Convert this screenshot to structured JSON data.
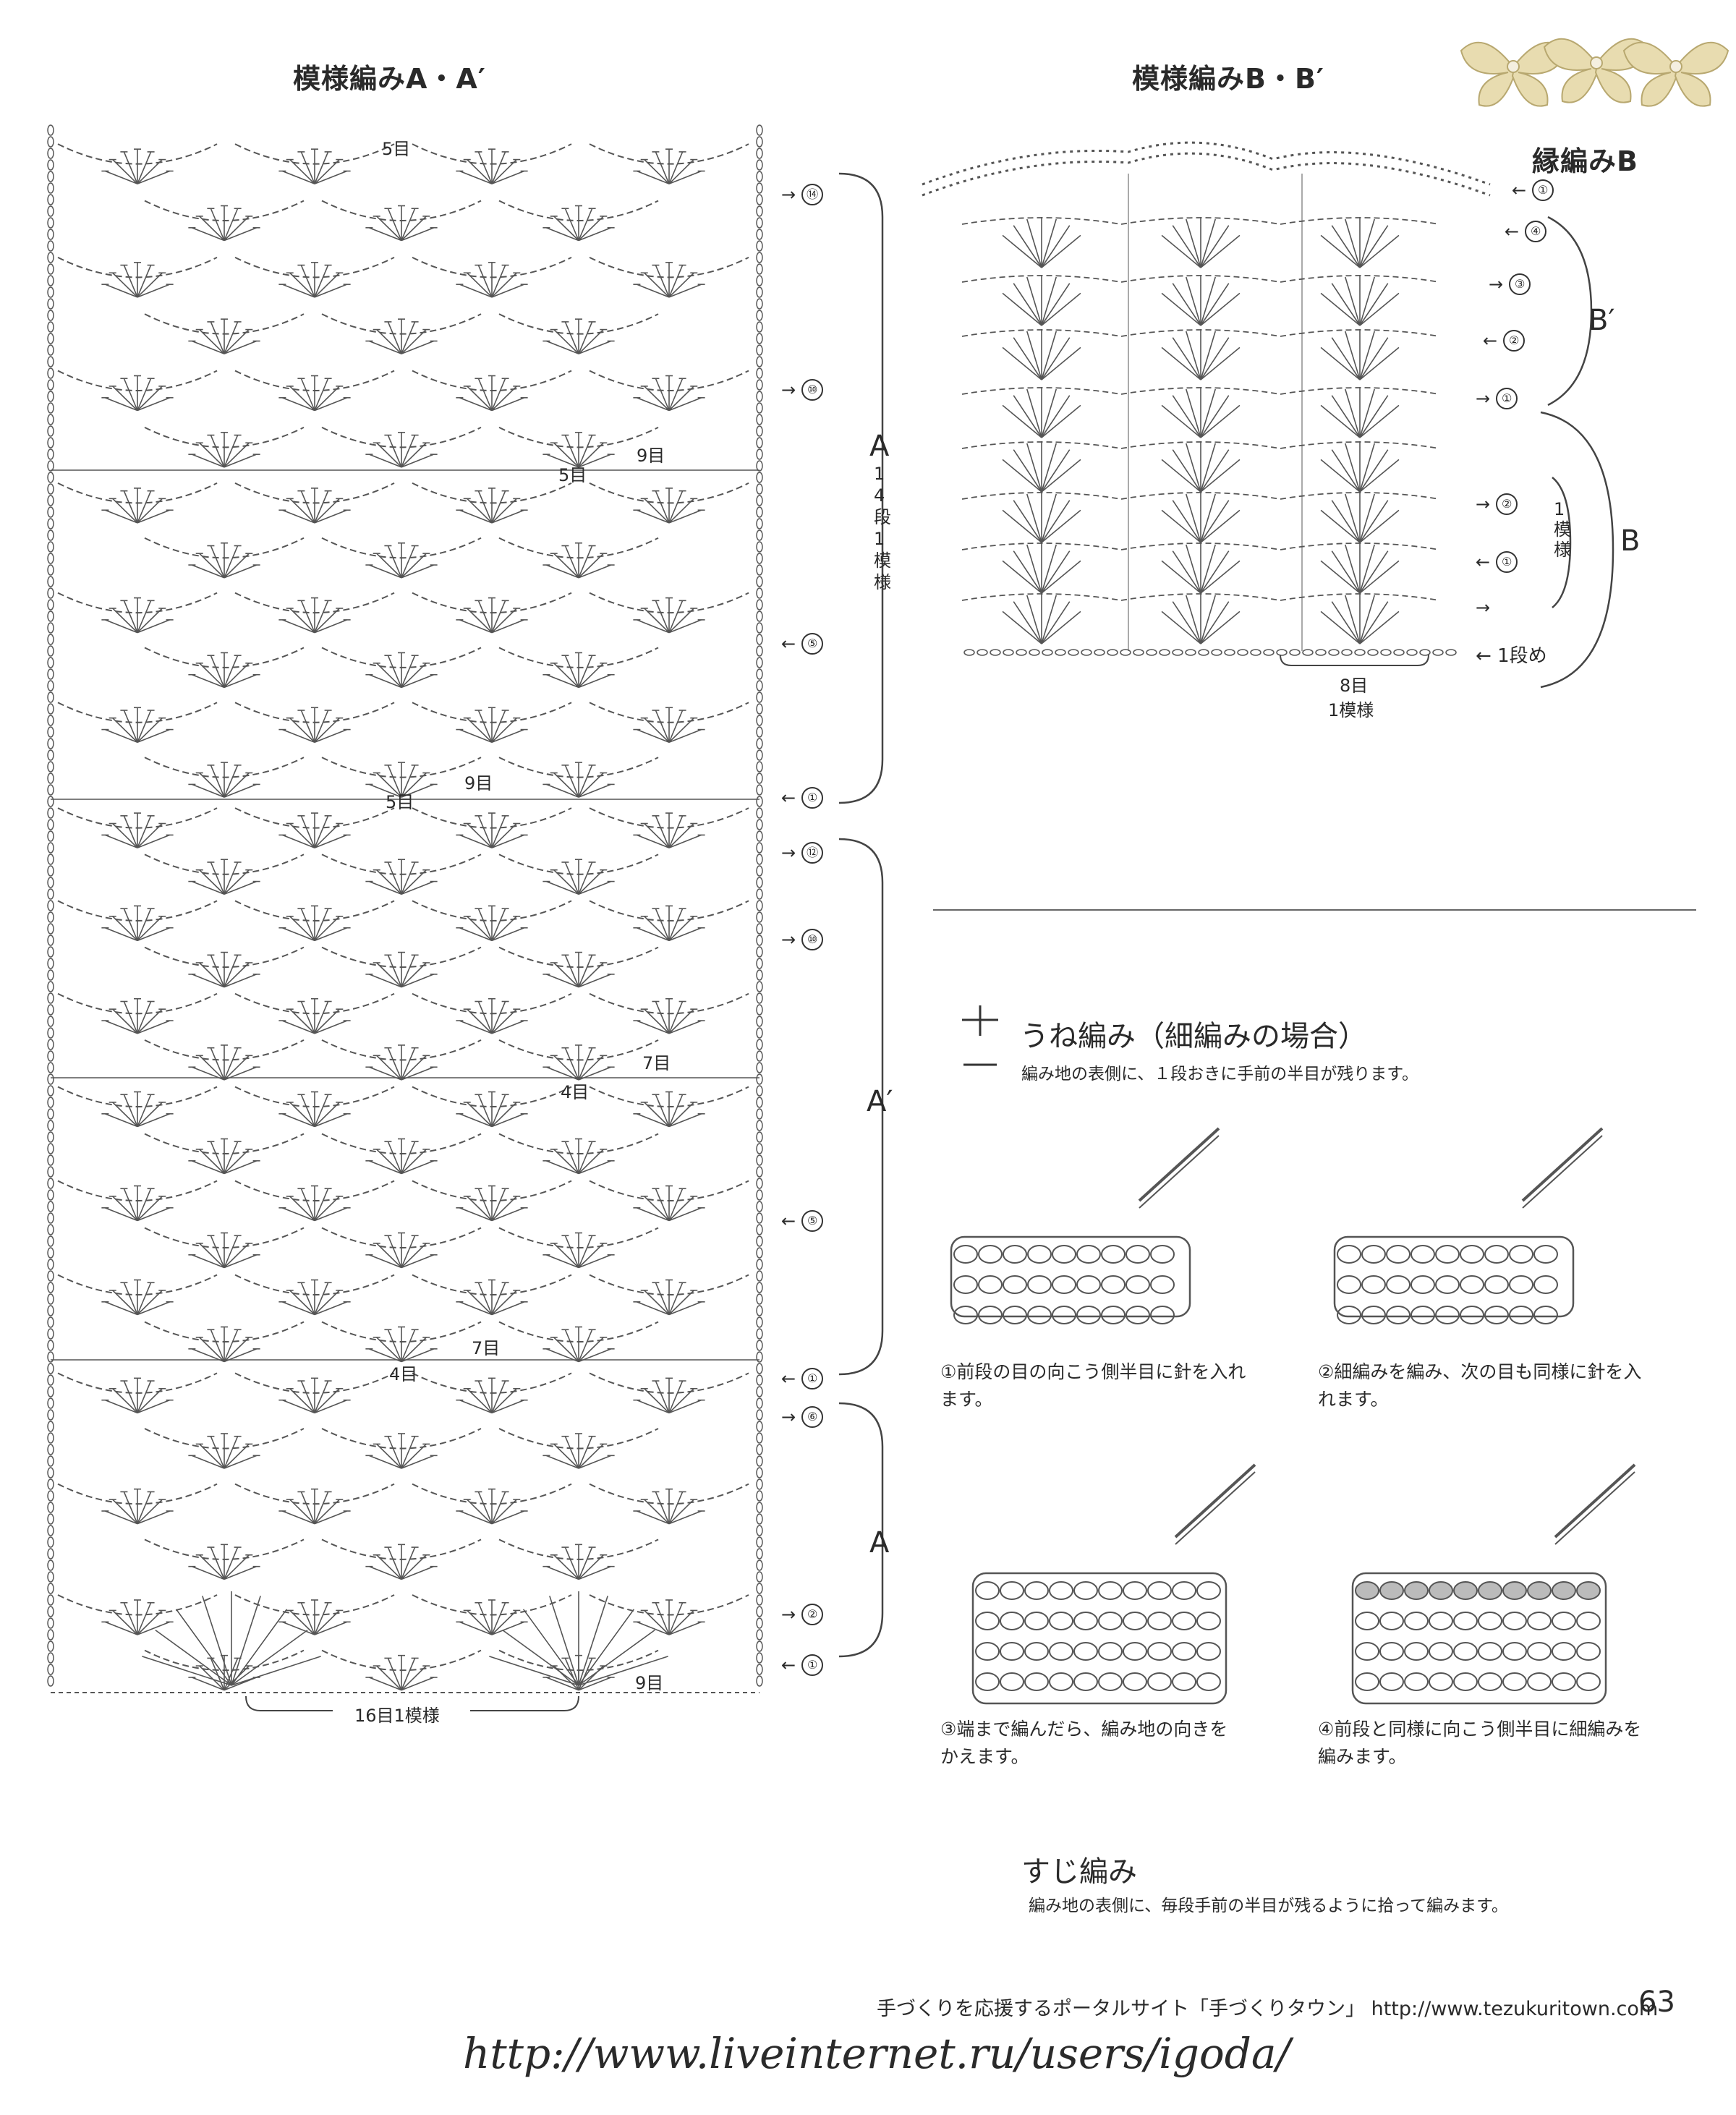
{
  "titles": {
    "chartA": "模様編みA・A′",
    "chartB": "模様編みB・B′"
  },
  "chartA": {
    "section_A_top": {
      "letter": "A",
      "caption": "14段1模様"
    },
    "section_A_prime": {
      "letter": "A′"
    },
    "section_A_bottom": {
      "letter": "A"
    },
    "rows": [
      {
        "mark": "⑭",
        "dir": "→"
      },
      {
        "mark": "⑩",
        "dir": "→"
      },
      {
        "mark": "⑤",
        "dir": "←"
      },
      {
        "mark": "①",
        "dir": "←"
      },
      {
        "mark": "⑫",
        "dir": "→"
      },
      {
        "mark": "⑩",
        "dir": "→"
      },
      {
        "mark": "⑤",
        "dir": "←"
      },
      {
        "mark": "①",
        "dir": "←"
      },
      {
        "mark": "⑥",
        "dir": "→"
      },
      {
        "mark": "②",
        "dir": "→"
      },
      {
        "mark": "①",
        "dir": "←"
      }
    ],
    "labels": {
      "five_a": "5目",
      "nine_a": "9目",
      "five_b": "5目",
      "nine_b": "9目",
      "five_c": "5目",
      "seven_a": "7目",
      "four_a": "4目",
      "seven_b": "7目",
      "four_b": "4目",
      "nine_c": "9目"
    },
    "repeat": "16目1模様"
  },
  "chartB": {
    "edge_label": "縁編みB",
    "section_B_prime": "B′",
    "section_B": "B",
    "repeat_caption": "1模様",
    "rows": [
      {
        "mark": "①",
        "dir": "←"
      },
      {
        "mark": "④",
        "dir": "←"
      },
      {
        "mark": "③",
        "dir": "→"
      },
      {
        "mark": "②",
        "dir": "←"
      },
      {
        "mark": "①",
        "dir": "→"
      },
      {
        "mark": "②",
        "dir": "→"
      },
      {
        "mark": "①",
        "dir": "←"
      },
      {
        "mark": "",
        "dir": "→"
      }
    ],
    "first_row": "1段め",
    "bottom_count": "8目",
    "bottom_repeat": "1模様"
  },
  "instructions": {
    "une_heading": "うね編み（細編みの場合）",
    "une_desc": "編み地の表側に、１段おきに手前の半目が残ります。",
    "steps": [
      {
        "num": "①",
        "text": "前段の目の向こう側半目に針を入れます。"
      },
      {
        "num": "②",
        "text": "細編みを編み、次の目も同様に針を入れます。"
      },
      {
        "num": "③",
        "text": "端まで編んだら、編み地の向きをかえます。"
      },
      {
        "num": "④",
        "text": "前段と同様に向こう側半目に細編みを編みます。"
      }
    ],
    "suji_heading": "すじ編み",
    "suji_desc": "編み地の表側に、毎段手前の半目が残るように拾って編みます。"
  },
  "footer": {
    "text": "手づくりを応援するポータルサイト「手づくりタウン」 http://www.tezukuritown.com",
    "page": "63",
    "watermark": "http://www.liveinternet.ru/users/igoda/"
  }
}
